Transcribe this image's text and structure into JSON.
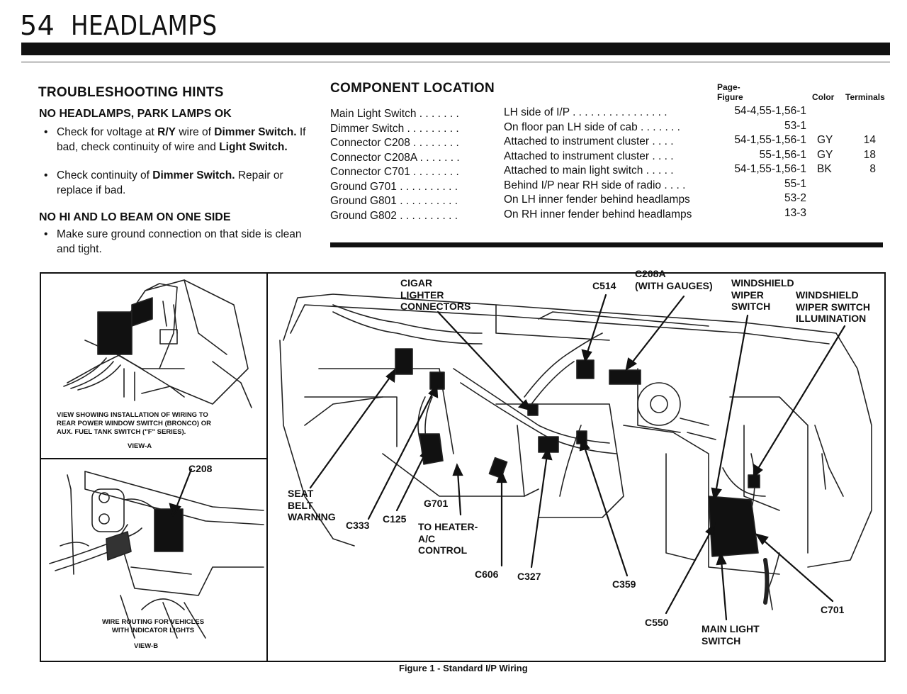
{
  "header": {
    "page_number": "54",
    "title": "HEADLAMPS"
  },
  "troubleshooting": {
    "title": "TROUBLESHOOTING HINTS",
    "section1": {
      "heading": "NO HEADLAMPS, PARK LAMPS OK",
      "bullet1": {
        "p1": "Check for voltage at ",
        "b1": "R/Y",
        "p2": " wire of ",
        "b2": "Dimmer Switch.",
        "p3": " If bad, check continuity of wire and ",
        "b3": "Light Switch."
      },
      "bullet2": {
        "p1": "Check continuity of ",
        "b1": "Dimmer Switch.",
        "p2": " Repair or replace if bad."
      }
    },
    "section2": {
      "heading": "NO HI AND LO BEAM ON ONE SIDE",
      "bullet1": "Make sure ground connection on that side is clean and tight."
    }
  },
  "component_location": {
    "title": "COMPONENT LOCATION",
    "col_page_figure_1": "Page-",
    "col_page_figure_2": "Figure",
    "col_color": "Color",
    "col_terminals": "Terminals",
    "rows": [
      {
        "component": "Main Light Switch",
        "location": "LH side of I/P",
        "page": "54-4,55-1,56-1",
        "color": "",
        "terminals": ""
      },
      {
        "component": "Dimmer Switch",
        "location": "On floor pan LH side of cab",
        "page": "53-1",
        "color": "",
        "terminals": ""
      },
      {
        "component": "Connector C208",
        "location": "Attached to instrument cluster",
        "page": "54-1,55-1,56-1",
        "color": "GY",
        "terminals": "14"
      },
      {
        "component": "Connector C208A",
        "location": "Attached to instrument cluster",
        "page": "55-1,56-1",
        "color": "GY",
        "terminals": "18"
      },
      {
        "component": "Connector C701",
        "location": "Attached to main light switch",
        "page": "54-1,55-1,56-1",
        "color": "BK",
        "terminals": "8"
      },
      {
        "component": "Ground G701",
        "location": "Behind I/P near RH side of radio",
        "page": "55-1",
        "color": "",
        "terminals": ""
      },
      {
        "component": "Ground G801",
        "location": "On LH inner fender behind headlamps",
        "page": "53-2",
        "color": "",
        "terminals": ""
      },
      {
        "component": "Ground G802",
        "location": "On RH inner fender behind headlamps",
        "page": "13-3",
        "color": "",
        "terminals": ""
      }
    ]
  },
  "view_a": {
    "caption1": "VIEW SHOWING INSTALLATION OF WIRING TO",
    "caption2": "REAR POWER WINDOW SWITCH (BRONCO) OR",
    "caption3": "AUX. FUEL TANK SWITCH (\"F\" SERIES).",
    "label": "VIEW-A"
  },
  "view_b": {
    "connector": "C208",
    "caption1": "WIRE ROUTING FOR VEHICLES",
    "caption2": "WITH INDICATOR LIGHTS",
    "label": "VIEW-B"
  },
  "main_labels": {
    "cigar": "CIGAR\nLIGHTER\nCONNECTORS",
    "c514": "C514",
    "c208a": "C208A\n(WITH GAUGES)",
    "wiper_switch": "WINDSHIELD\nWIPER\nSWITCH",
    "wiper_illum": "WINDSHIELD\nWIPER SWITCH\nILLUMINATION",
    "seat_belt": "SEAT\nBELT\nWARNING",
    "c333": "C333",
    "c125": "C125",
    "g701": "G701",
    "heater": "TO HEATER-\nA/C\nCONTROL",
    "c606": "C606",
    "c327": "C327",
    "c359": "C359",
    "c550": "C550",
    "main_light": "MAIN LIGHT\nSWITCH",
    "c701": "C701"
  },
  "figure_caption": "Figure 1 - Standard I/P Wiring"
}
